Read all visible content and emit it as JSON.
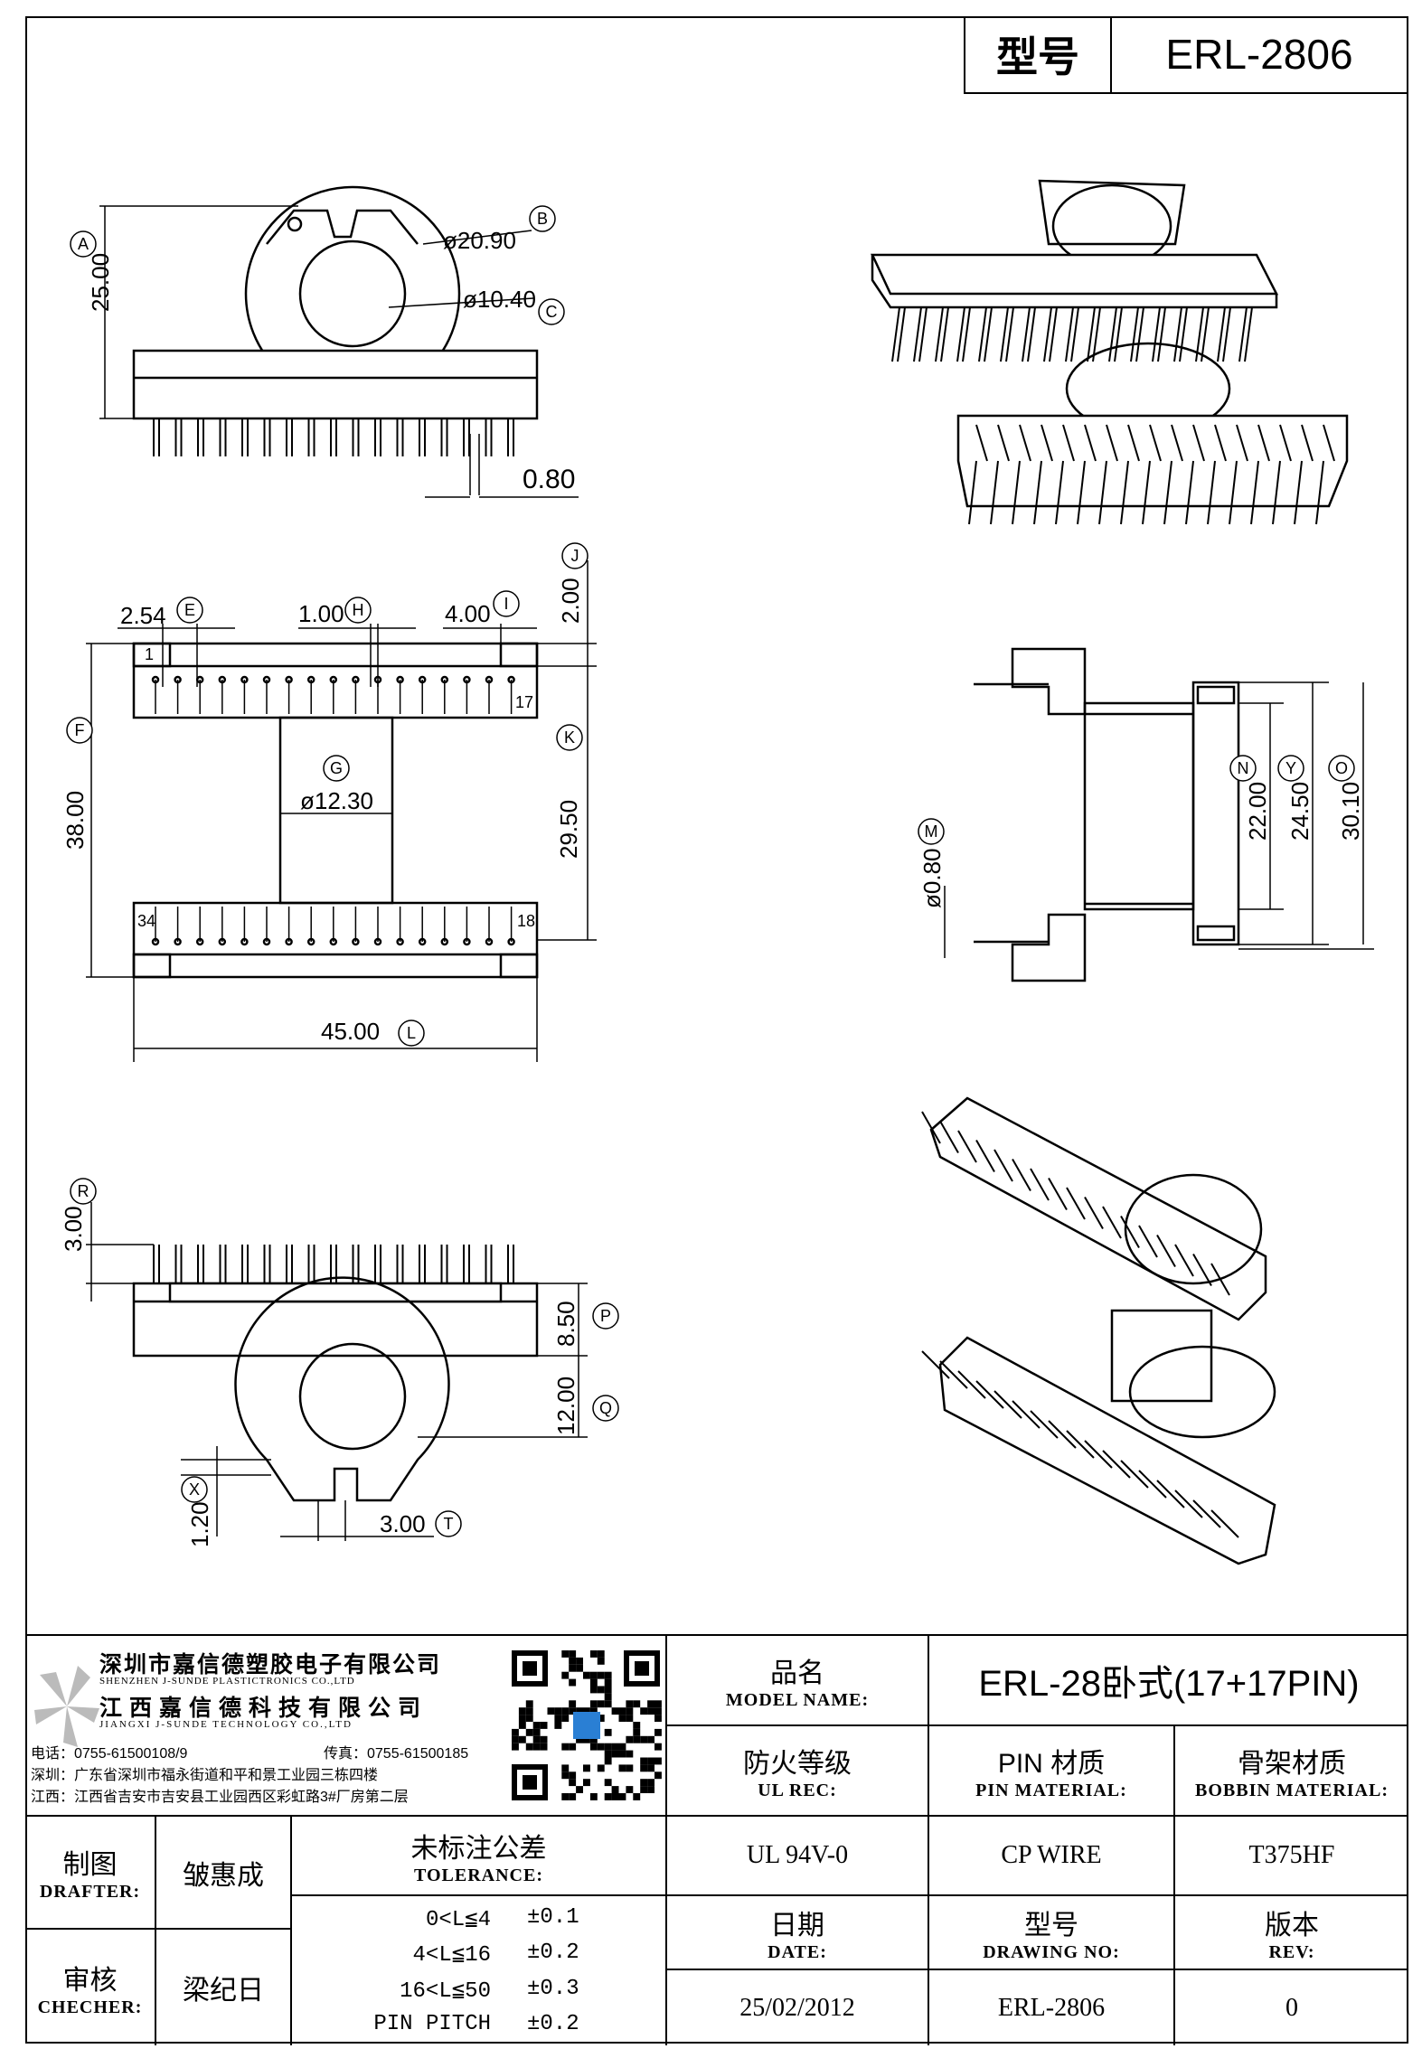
{
  "header": {
    "model_label": "型号",
    "model_value": "ERL-2806"
  },
  "dimensions": {
    "top_view": {
      "height": "25.00",
      "outer_dia": "ø20.90",
      "inner_dia": "ø10.40",
      "pin": "0.80",
      "labels": [
        "A",
        "B",
        "C"
      ]
    },
    "front_view": {
      "e": "2.54",
      "h": "1.00",
      "i": "4.00",
      "j": "2.00",
      "f": "38.00",
      "g": "ø12.30",
      "k": "29.50",
      "l": "45.00",
      "pin_first": "1",
      "pin_17": "17",
      "pin_34": "34",
      "pin_18": "18",
      "labels": [
        "E",
        "H",
        "I",
        "J",
        "F",
        "G",
        "K",
        "L"
      ]
    },
    "bottom_view": {
      "r": "3.00",
      "p": "8.50",
      "q": "12.00",
      "x": "1.20",
      "t": "3.00",
      "labels": [
        "R",
        "P",
        "Q",
        "X",
        "T"
      ]
    },
    "side_view": {
      "m": "ø0.80",
      "n": "22.00",
      "y": "24.50",
      "o": "30.10",
      "labels": [
        "M",
        "N",
        "Y",
        "O"
      ]
    }
  },
  "company": {
    "name_sz": "深圳市嘉信德塑胶电子有限公司",
    "name_sz_en": "SHENZHEN J-SUNDE PLASTICTRONICS CO.,LTD",
    "name_jx": "江西嘉信德科技有限公司",
    "name_jx_en": "JIANGXI J-SUNDE TECHNOLOGY CO.,LTD",
    "tel": "电话：0755-61500108/9",
    "fax": "传真：0755-61500185",
    "addr_sz": "深圳：广东省深圳市福永街道和平和景工业园三栋四楼",
    "addr_jx": "江西：江西省吉安市吉安县工业园西区彩虹路3#厂房第二层"
  },
  "title_block": {
    "model_name_zh": "品名",
    "model_name_en": "MODEL NAME:",
    "model_name_value": "ERL-28卧式(17+17PIN)",
    "ul_zh": "防火等级",
    "ul_en": "UL REC:",
    "ul_value": "UL 94V-0",
    "pin_zh": "PIN 材质",
    "pin_en": "PIN MATERIAL:",
    "pin_value": "CP WIRE",
    "bobbin_zh": "骨架材质",
    "bobbin_en": "BOBBIN MATERIAL:",
    "bobbin_value": "T375HF",
    "drafter_zh": "制图",
    "drafter_en": "DRAFTER:",
    "drafter_value": "皱惠成",
    "checker_zh": "审核",
    "checker_en": "CHECHER:",
    "checker_value": "梁纪日",
    "tolerance_zh": "未标注公差",
    "tolerance_en": "TOLERANCE:",
    "tolerance_rows": [
      {
        "range": "0<L≦4",
        "tol": "±0.1"
      },
      {
        "range": "4<L≦16",
        "tol": "±0.2"
      },
      {
        "range": "16<L≦50",
        "tol": "±0.3"
      },
      {
        "range": "PIN PITCH",
        "tol": "±0.2"
      }
    ],
    "date_zh": "日期",
    "date_en": "DATE:",
    "date_value": "25/02/2012",
    "drawing_zh": "型号",
    "drawing_en": "DRAWING NO:",
    "drawing_value": "ERL-2806",
    "rev_zh": "版本",
    "rev_en": "REV:",
    "rev_value": "0"
  }
}
